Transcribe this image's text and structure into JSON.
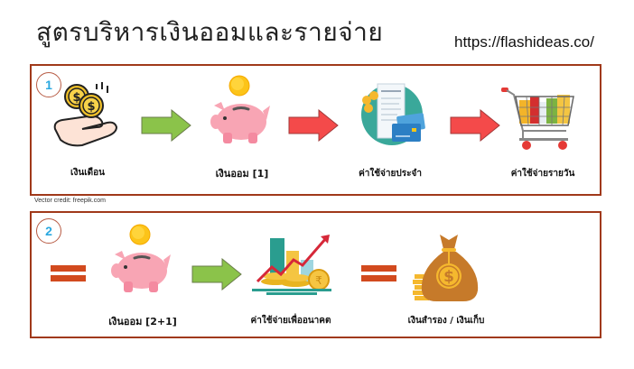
{
  "header": {
    "title": "สูตรบริหารเงินออมและรายจ่าย",
    "url": "https://flashideas.co/"
  },
  "colors": {
    "panel_border": "#a0391a",
    "badge_number": "#2aa8e0",
    "arrow_green": "#8bc34a",
    "arrow_red": "#f44a4a",
    "equals_bar": "#d24a1e"
  },
  "panel1": {
    "badge": "1",
    "steps": [
      {
        "icon": "hand-coins-icon",
        "label": "เงินเดือน"
      },
      {
        "connector": "green-arrow-icon"
      },
      {
        "icon": "piggy-bank-icon",
        "label": "เงินออม [1]"
      },
      {
        "connector": "red-arrow-icon"
      },
      {
        "icon": "bills-credit-cards-icon",
        "label": "ค่าใช้จ่ายประจำ"
      },
      {
        "connector": "red-arrow-icon"
      },
      {
        "icon": "shopping-cart-icon",
        "label": "ค่าใช้จ่ายรายวัน"
      }
    ]
  },
  "credit": "Vector credit: freepik.com",
  "panel2": {
    "badge": "2",
    "steps": [
      {
        "connector": "equals-icon"
      },
      {
        "icon": "piggy-bank-icon",
        "label": "เงินออม [2+1]"
      },
      {
        "connector": "green-arrow-icon"
      },
      {
        "icon": "investment-growth-icon",
        "label": "ค่าใช้จ่ายเพื่ออนาคต"
      },
      {
        "connector": "equals-icon"
      },
      {
        "icon": "money-bag-icon",
        "label": "เงินสำรอง / เงินเก็บ"
      }
    ]
  }
}
